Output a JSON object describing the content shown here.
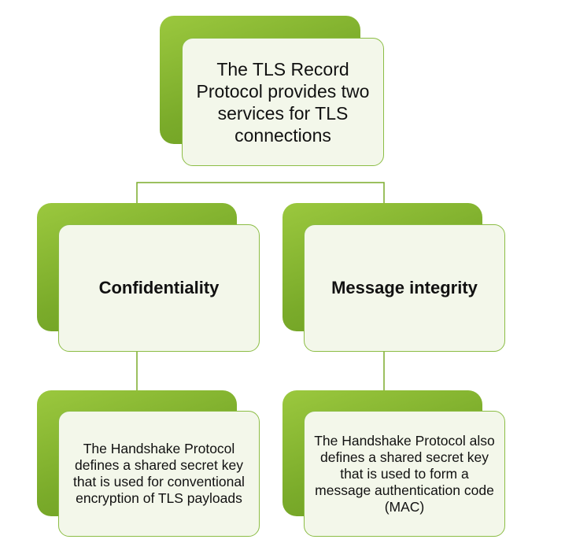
{
  "diagram": {
    "root": {
      "text": "The TLS Record Protocol provides two services for TLS connections"
    },
    "branches": [
      {
        "title": "Confidentiality",
        "detail": "The Handshake Protocol defines a shared secret key that is used for conventional encryption of TLS payloads"
      },
      {
        "title": "Message integrity",
        "detail": "The Handshake Protocol also defines a shared secret key that is used to form a message authentication code (MAC)"
      }
    ],
    "colors": {
      "accent_green": "#7aab2a",
      "card_fill": "#f3f7ea",
      "card_border": "#8cbd45",
      "connector": "#7aab2a"
    }
  }
}
